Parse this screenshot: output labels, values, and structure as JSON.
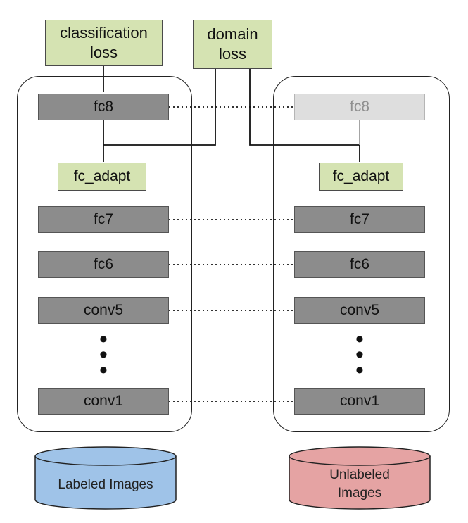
{
  "left": {
    "losses": {
      "classification": "classification\nloss"
    },
    "fc8": "fc8",
    "fc_adapt": "fc_adapt",
    "fc7": "fc7",
    "fc6": "fc6",
    "conv5": "conv5",
    "ellipsis": "•\n•\n•",
    "conv1": "conv1",
    "database": "Labeled Images",
    "database_color": "#9fc3e8"
  },
  "domain_loss": "domain\nloss",
  "right": {
    "fc8": "fc8",
    "fc_adapt": "fc_adapt",
    "fc7": "fc7",
    "fc6": "fc6",
    "conv5": "conv5",
    "ellipsis": "•\n•\n•",
    "conv1": "conv1",
    "database": "Unlabeled\nImages",
    "database_color": "#e5a3a3"
  },
  "colors": {
    "layer": "#8c8c8c",
    "layer_faded": "#dedede",
    "loss_box": "#d5e3b2"
  }
}
